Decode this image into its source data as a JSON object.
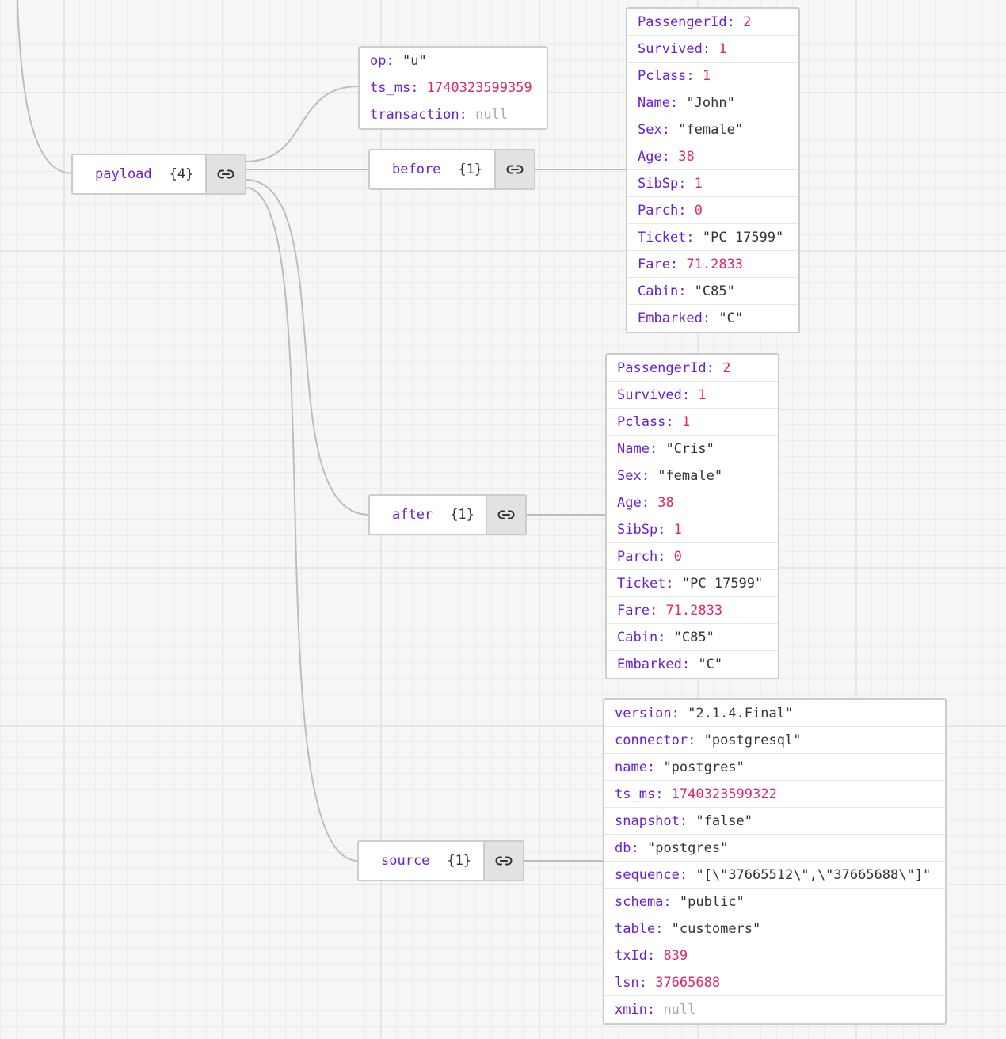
{
  "payload": {
    "key": "payload",
    "count": "{4}"
  },
  "meta": {
    "rows": [
      {
        "k": "op",
        "v": "\"u\"",
        "t": "str"
      },
      {
        "k": "ts_ms",
        "v": "1740323599359",
        "t": "num"
      },
      {
        "k": "transaction",
        "v": "null",
        "t": "null"
      }
    ]
  },
  "before": {
    "key": "before",
    "count": "{1}",
    "rows": [
      {
        "k": "PassengerId",
        "v": "2",
        "t": "num"
      },
      {
        "k": "Survived",
        "v": "1",
        "t": "num"
      },
      {
        "k": "Pclass",
        "v": "1",
        "t": "num"
      },
      {
        "k": "Name",
        "v": "\"John\"",
        "t": "str"
      },
      {
        "k": "Sex",
        "v": "\"female\"",
        "t": "str"
      },
      {
        "k": "Age",
        "v": "38",
        "t": "num"
      },
      {
        "k": "SibSp",
        "v": "1",
        "t": "num"
      },
      {
        "k": "Parch",
        "v": "0",
        "t": "num"
      },
      {
        "k": "Ticket",
        "v": "\"PC 17599\"",
        "t": "str"
      },
      {
        "k": "Fare",
        "v": "71.2833",
        "t": "num"
      },
      {
        "k": "Cabin",
        "v": "\"C85\"",
        "t": "str"
      },
      {
        "k": "Embarked",
        "v": "\"C\"",
        "t": "str"
      }
    ]
  },
  "after": {
    "key": "after",
    "count": "{1}",
    "rows": [
      {
        "k": "PassengerId",
        "v": "2",
        "t": "num"
      },
      {
        "k": "Survived",
        "v": "1",
        "t": "num"
      },
      {
        "k": "Pclass",
        "v": "1",
        "t": "num"
      },
      {
        "k": "Name",
        "v": "\"Cris\"",
        "t": "str"
      },
      {
        "k": "Sex",
        "v": "\"female\"",
        "t": "str"
      },
      {
        "k": "Age",
        "v": "38",
        "t": "num"
      },
      {
        "k": "SibSp",
        "v": "1",
        "t": "num"
      },
      {
        "k": "Parch",
        "v": "0",
        "t": "num"
      },
      {
        "k": "Ticket",
        "v": "\"PC 17599\"",
        "t": "str"
      },
      {
        "k": "Fare",
        "v": "71.2833",
        "t": "num"
      },
      {
        "k": "Cabin",
        "v": "\"C85\"",
        "t": "str"
      },
      {
        "k": "Embarked",
        "v": "\"C\"",
        "t": "str"
      }
    ]
  },
  "source": {
    "key": "source",
    "count": "{1}",
    "rows": [
      {
        "k": "version",
        "v": "\"2.1.4.Final\"",
        "t": "str"
      },
      {
        "k": "connector",
        "v": "\"postgresql\"",
        "t": "str"
      },
      {
        "k": "name",
        "v": "\"postgres\"",
        "t": "str"
      },
      {
        "k": "ts_ms",
        "v": "1740323599322",
        "t": "num"
      },
      {
        "k": "snapshot",
        "v": "\"false\"",
        "t": "str"
      },
      {
        "k": "db",
        "v": "\"postgres\"",
        "t": "str"
      },
      {
        "k": "sequence",
        "v": "\"[\\\"37665512\\\",\\\"37665688\\\"]\"",
        "t": "str"
      },
      {
        "k": "schema",
        "v": "\"public\"",
        "t": "str"
      },
      {
        "k": "table",
        "v": "\"customers\"",
        "t": "str"
      },
      {
        "k": "txId",
        "v": "839",
        "t": "num"
      },
      {
        "k": "lsn",
        "v": "37665688",
        "t": "num"
      },
      {
        "k": "xmin",
        "v": "null",
        "t": "null"
      }
    ]
  },
  "colors": {
    "key": "#6a1fd1",
    "string": "#333333",
    "number": "#e0266e",
    "null": "#a9a9a9",
    "edge": "#bdbdbd"
  },
  "icons": {
    "link": "link-icon"
  }
}
